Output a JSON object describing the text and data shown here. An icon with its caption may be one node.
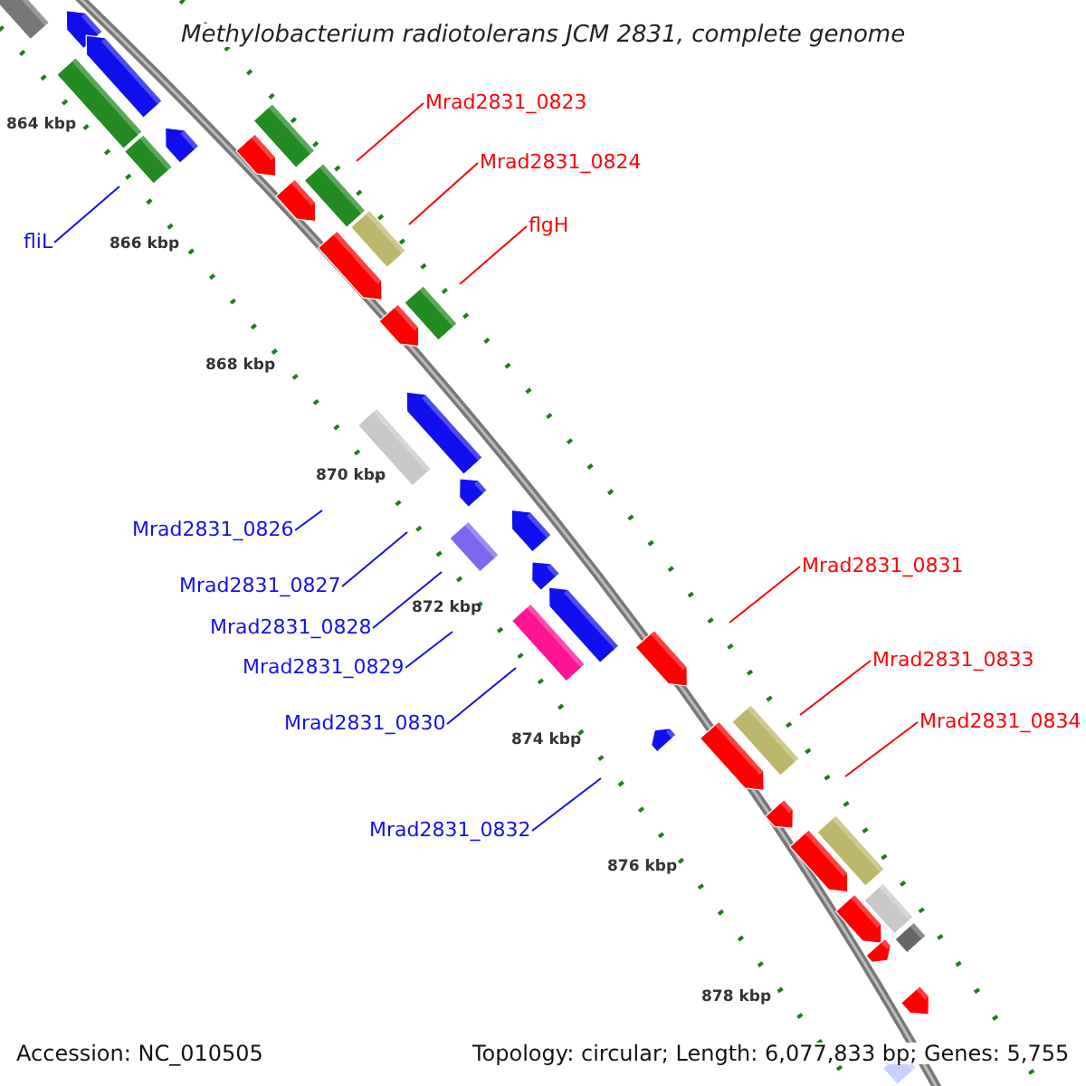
{
  "diagram": {
    "title": "Methylobacterium radiotolerans JCM 2831, complete genome",
    "nodes": [
      {
        "text": [
          "fliL"
        ]
      },
      {
        "text": [
          "Mrad2831_0823"
        ]
      },
      {
        "text": [
          "Mrad2831_0824"
        ]
      },
      {
        "text": [
          "flgH"
        ]
      },
      {
        "text": [
          "Mrad2831_0826"
        ]
      },
      {
        "text": [
          "Mrad2831_0827"
        ]
      },
      {
        "text": [
          "Mrad2831_0828"
        ]
      },
      {
        "text": [
          "Mrad2831_0829"
        ]
      },
      {
        "text": [
          "Mrad2831_0830"
        ]
      },
      {
        "text": [
          "Mrad2831_0831"
        ]
      },
      {
        "text": [
          "Mrad2831_0832"
        ]
      },
      {
        "text": [
          "Mrad2831_0833"
        ]
      },
      {
        "text": [
          "Mrad2831_0834"
        ]
      }
    ],
    "edges": [
      {
        "from": 0,
        "to": null,
        "arrow": "none"
      },
      {
        "from": 1,
        "to": null,
        "arrow": "none",
        "color": "#ff0000"
      },
      {
        "from": 2,
        "to": null,
        "arrow": "none",
        "color": "#ff0000"
      },
      {
        "from": 3,
        "to": null,
        "arrow": "none",
        "color": "#ff0000"
      },
      {
        "from": 4,
        "to": null,
        "arrow": "none"
      },
      {
        "from": 5,
        "to": null,
        "arrow": "none"
      },
      {
        "from": 6,
        "to": null,
        "arrow": "none"
      },
      {
        "from": 7,
        "to": null,
        "arrow": "none"
      },
      {
        "from": 8,
        "to": null,
        "arrow": "none"
      },
      {
        "from": 9,
        "to": null,
        "arrow": "none",
        "color": "#ff0000"
      },
      {
        "from": 10,
        "to": null,
        "arrow": "none"
      },
      {
        "from": 11,
        "to": null,
        "arrow": "none",
        "color": "#ff0000"
      },
      {
        "from": 12,
        "to": null,
        "arrow": "none",
        "color": "#ff0000"
      }
    ],
    "labels": [
      "864 kbp",
      "866 kbp",
      "868 kbp",
      "870 kbp",
      "872 kbp",
      "874 kbp",
      "876 kbp",
      "878 kbp",
      "Accession: NC_010505",
      "Topology: circular; Length: 6,077,833 bp; Genes: 5,755"
    ]
  }
}
